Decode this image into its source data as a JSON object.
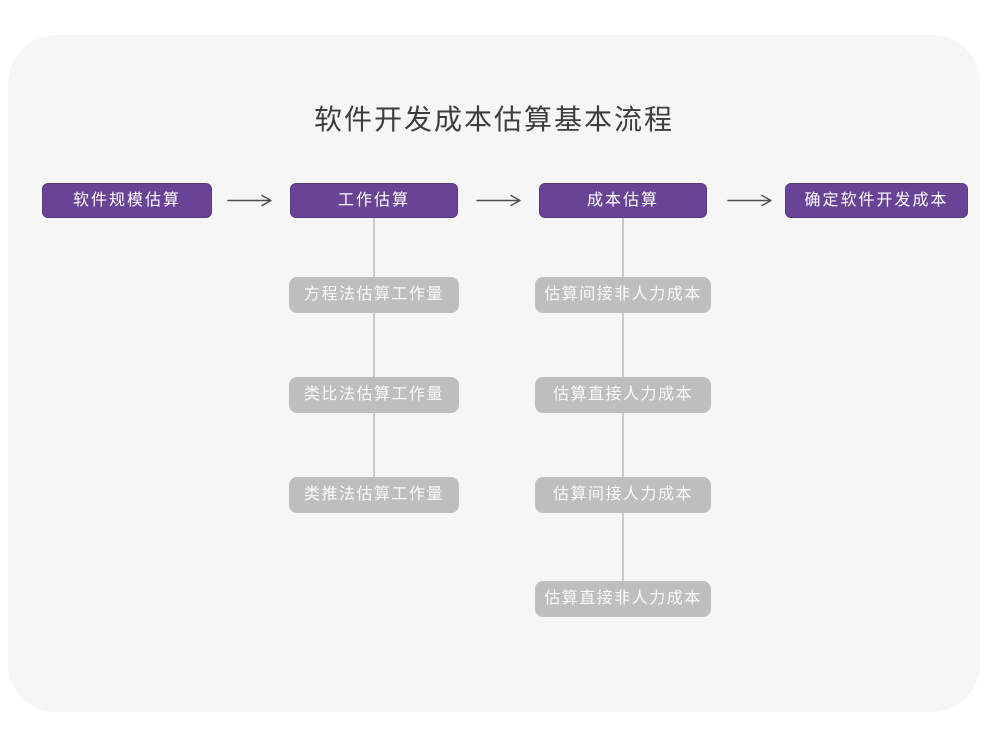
{
  "page": {
    "title": "软件开发成本估算基本流程"
  },
  "colors": {
    "purple": "#694496",
    "purple_border": "#5d3a86",
    "gray_box": "#bebebe",
    "card_bg": "#f6f6f6",
    "line_color": "#cacaca",
    "arrow_color": "#4d4d4d",
    "title_color": "#3d3d3d"
  },
  "icons": {
    "flow_arrow": "⟶"
  },
  "flow": {
    "main_steps": [
      {
        "label": "软件规模估算"
      },
      {
        "label": "工作估算"
      },
      {
        "label": "成本估算"
      },
      {
        "label": "确定软件开发成本"
      }
    ],
    "work_estimation_methods": [
      "方程法估算工作量",
      "类比法估算工作量",
      "类推法估算工作量"
    ],
    "cost_estimation_steps": [
      "估算间接非人力成本",
      "估算直接人力成本",
      "估算间接人力成本",
      "估算直接非人力成本"
    ]
  }
}
